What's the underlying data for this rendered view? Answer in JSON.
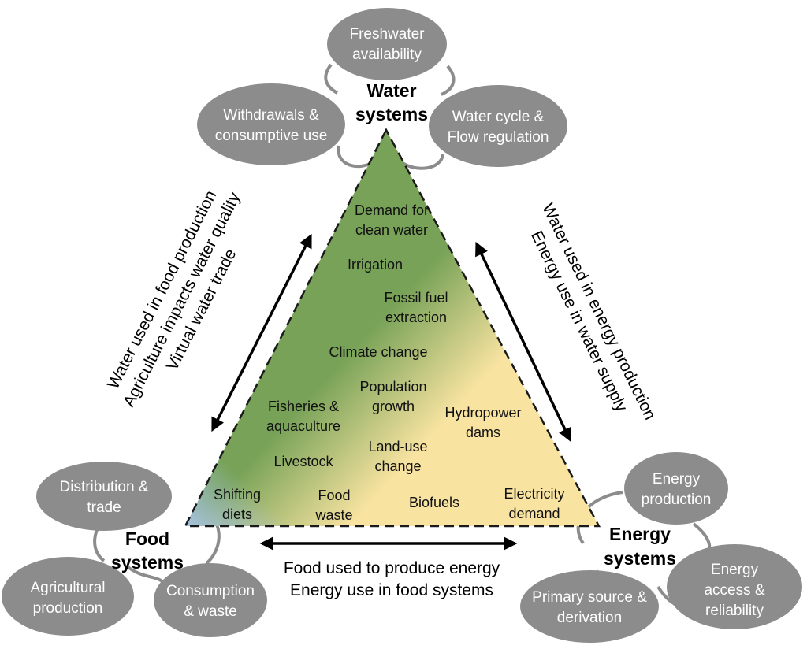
{
  "water": {
    "title": [
      "Water",
      "systems"
    ],
    "freshwater": [
      "Freshwater",
      "availability"
    ],
    "withdrawals": [
      "Withdrawals &",
      "consumptive use"
    ],
    "cycle": [
      "Water cycle &",
      "Flow regulation"
    ]
  },
  "food": {
    "title": [
      "Food",
      "systems"
    ],
    "distribution": [
      "Distribution &",
      "trade"
    ],
    "agricultural": [
      "Agricultural",
      "production"
    ],
    "consumption": [
      "Consumption",
      "& waste"
    ]
  },
  "energy": {
    "title": [
      "Energy",
      "systems"
    ],
    "production": [
      "Energy",
      "production"
    ],
    "access": [
      "Energy",
      "access &",
      "reliability"
    ],
    "primary": [
      "Primary source &",
      "derivation"
    ]
  },
  "drivers": {
    "demand_clean_water": [
      "Demand for",
      "clean water"
    ],
    "irrigation": [
      "Irrigation"
    ],
    "fossil_fuel": [
      "Fossil fuel",
      "extraction"
    ],
    "climate_change": [
      "Climate change"
    ],
    "population": [
      "Population",
      "growth"
    ],
    "fisheries": [
      "Fisheries &",
      "aquaculture"
    ],
    "hydropower": [
      "Hydropower",
      "dams"
    ],
    "land_use": [
      "Land-use",
      "change"
    ],
    "livestock": [
      "Livestock"
    ],
    "shifting_diets": [
      "Shifting",
      "diets"
    ],
    "food_waste": [
      "Food",
      "waste"
    ],
    "biofuels": [
      "Biofuels"
    ],
    "electricity": [
      "Electricity",
      "demand"
    ]
  },
  "links": {
    "water_food": [
      "Water used in food production",
      "Agriculture impacts water quality",
      "Virtual water trade"
    ],
    "water_energy": [
      "Water used in energy production",
      "Energy use in water supply"
    ],
    "food_energy": [
      "Food used to produce energy",
      "Energy use in food systems"
    ]
  },
  "colors": {
    "ellipse": "#8c8c8c",
    "link_outline": "#8c8c8c",
    "gradient_blue": "#a9c4e8",
    "gradient_green": "#77a257",
    "gradient_yellow": "#f8e3a1"
  }
}
